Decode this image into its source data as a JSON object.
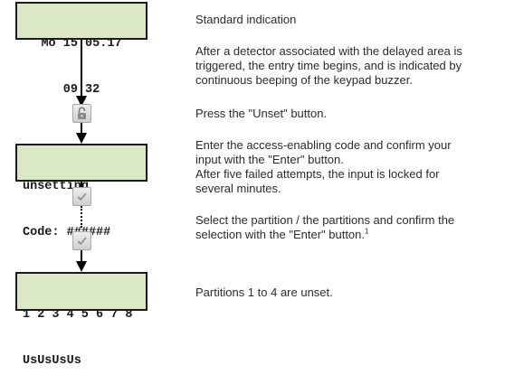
{
  "flow": {
    "display_standard": {
      "line1": "Mo 15.05.17",
      "line2": "09:32"
    },
    "display_code": {
      "line1": "unsetting",
      "line2": "Code: ######"
    },
    "display_partitions": {
      "line1": "1 2 3 4 5 6 7 8",
      "line2": "UsUsUsUs"
    },
    "key_icons": [
      "unset-lock-icon",
      "enter-check-icon",
      "enter-check-icon"
    ]
  },
  "steps": {
    "standard": "Standard indication",
    "entry_time": [
      "After a detector associated with the delayed area is",
      "triggered, the entry time begins, and is indicated by",
      "continuous beeping of the keypad buzzer."
    ],
    "unset": "Press the \"Unset\" button.",
    "code": [
      "Enter the access-enabling code and confirm your",
      "input with the \"Enter\" button.",
      "After five failed attempts, the input is locked for",
      "several minutes."
    ],
    "partition": [
      "Select the partition / the partitions and confirm the",
      "selection with the \"Enter\" button."
    ],
    "partition_footnote": "1",
    "result": "Partitions 1 to 4 are unset."
  },
  "colors": {
    "lcd_background": "#dbe8c6",
    "text": "#2b2b2b",
    "key_button": "#dcdcdc"
  }
}
